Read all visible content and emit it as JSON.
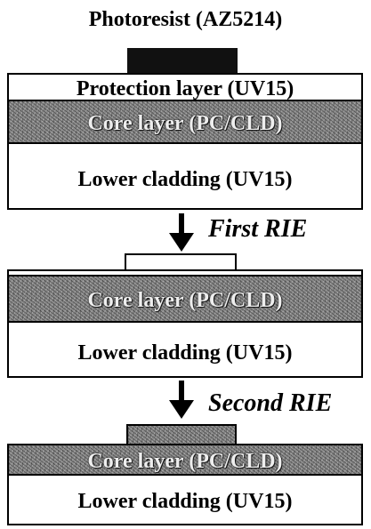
{
  "diagram": {
    "title": "Photoresist (AZ5214)",
    "stage1": {
      "protection": "Protection layer (UV15)",
      "core": "Core layer (PC/CLD)",
      "lower": "Lower cladding (UV15)"
    },
    "step1": "First RIE",
    "stage2": {
      "core": "Core layer (PC/CLD)",
      "lower": "Lower cladding (UV15)"
    },
    "step2": "Second RIE",
    "stage3": {
      "core": "Core layer (PC/CLD)",
      "lower": "Lower cladding (UV15)"
    },
    "colors": {
      "photoresist": "#111111",
      "core": "#8a8a8a",
      "outline": "#000000",
      "background": "#ffffff"
    }
  }
}
